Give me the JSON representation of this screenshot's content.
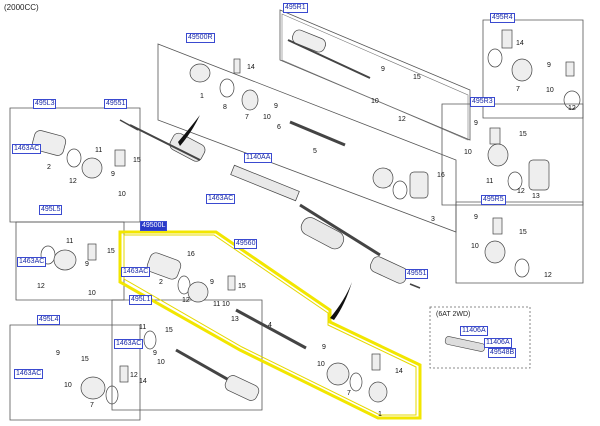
{
  "header": "(2000CC)",
  "inset_title": "(6AT 2WD)",
  "colors": {
    "label_border": "#3a4ad0",
    "label_text": "#1a2aa8",
    "highlight": "#f2e600",
    "selected_bg": "#2a3ac8"
  },
  "labels": {
    "l_495R1": "495R1",
    "l_49500R": "49500R",
    "l_495R4": "495R4",
    "l_495R3": "495R3",
    "l_495R5": "495R5",
    "l_495L3": "495L3",
    "l_49551_top": "49551",
    "l_1140AA": "1140AA",
    "l_1463AC_a": "1463AC",
    "l_1463AC_b": "1463AC",
    "l_1463AC_c": "1463AC",
    "l_1463AC_d": "1463AC",
    "l_1463AC_e": "1463AC",
    "l_1463AC_f": "1463AC",
    "l_49560": "49560",
    "l_495L5": "495L5",
    "l_49500L": "49500L",
    "l_49551_mid": "49551",
    "l_495L1": "495L1",
    "l_495L4": "495L4",
    "l_11406A_a": "11406A",
    "l_11406A_b": "11406A",
    "l_49548B": "49548B"
  },
  "numbers": [
    "14",
    "1",
    "8",
    "7",
    "9",
    "6",
    "10",
    "5",
    "9",
    "15",
    "10",
    "12",
    "14",
    "9",
    "10",
    "7",
    "12",
    "9",
    "10",
    "15",
    "11",
    "13",
    "12",
    "16",
    "3",
    "9",
    "15",
    "10",
    "12",
    "2",
    "11",
    "9",
    "12",
    "15",
    "10",
    "11",
    "9",
    "15",
    "12",
    "10",
    "16",
    "2",
    "12",
    "9",
    "15",
    "10",
    "11",
    "13",
    "4",
    "11",
    "9",
    "15",
    "12",
    "10",
    "9",
    "10",
    "7",
    "14",
    "1",
    "9",
    "7",
    "15",
    "14",
    "10"
  ]
}
